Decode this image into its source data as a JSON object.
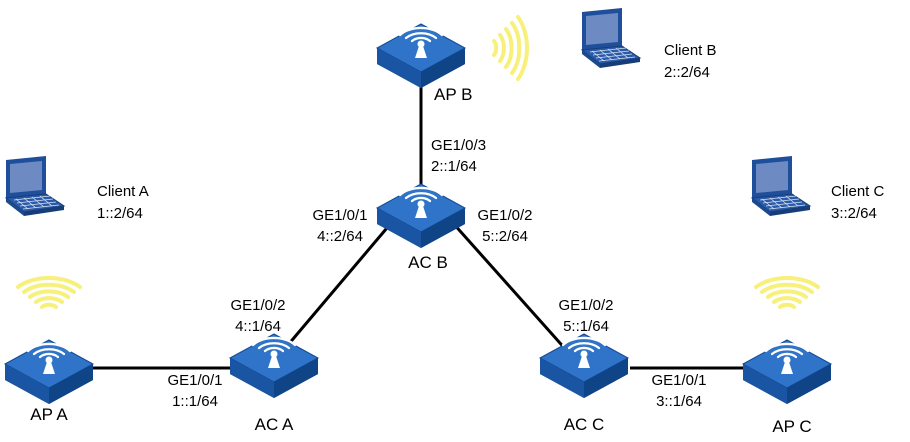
{
  "colors": {
    "device_face": "#1f5fb0",
    "device_top": "#2f74c8",
    "device_edge": "#0d3e7e",
    "link": "#000000",
    "wifi": "#f7f07a",
    "laptop_body": "#1f4f9a",
    "laptop_screen": "#6d8ac2"
  },
  "devices": {
    "ap_a": {
      "name": "AP A"
    },
    "ap_b": {
      "name": "AP B"
    },
    "ap_c": {
      "name": "AP C"
    },
    "ac_a": {
      "name": "AC A"
    },
    "ac_b": {
      "name": "AC B"
    },
    "ac_c": {
      "name": "AC C"
    }
  },
  "clients": {
    "client_a": {
      "name": "Client A",
      "address": "1::2/64"
    },
    "client_b": {
      "name": "Client B",
      "address": "2::2/64"
    },
    "client_c": {
      "name": "Client C",
      "address": "3::2/64"
    }
  },
  "links": {
    "apa_aca": {
      "iface": "GE1/0/1",
      "addr": "1::1/64"
    },
    "aca_acb": {
      "iface": "GE1/0/2",
      "addr": "4::1/64"
    },
    "acb_aca": {
      "iface": "GE1/0/1",
      "addr": "4::2/64"
    },
    "acb_apb": {
      "iface": "GE1/0/3",
      "addr": "2::1/64"
    },
    "acb_acc": {
      "iface": "GE1/0/2",
      "addr": "5::2/64"
    },
    "acc_acb": {
      "iface": "GE1/0/2",
      "addr": "5::1/64"
    },
    "acc_apc": {
      "iface": "GE1/0/1",
      "addr": "3::1/64"
    }
  }
}
